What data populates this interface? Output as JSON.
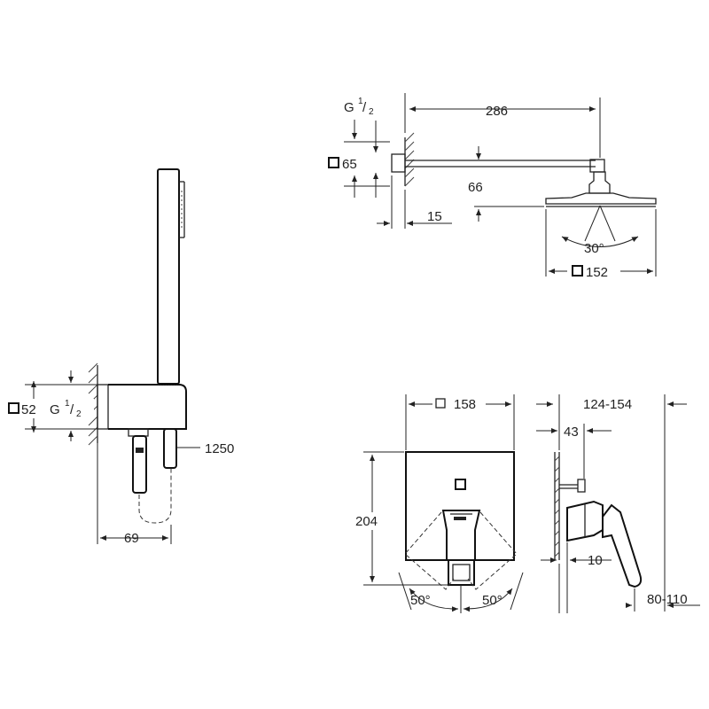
{
  "head_shower": {
    "connection": "G",
    "connection_num": "1",
    "connection_den": "2",
    "arm_length": "286",
    "flange": "65",
    "drop": "66",
    "wall_offset": "15",
    "angle": "30°",
    "head_size": "152"
  },
  "hand_shower": {
    "flange": "52",
    "connection": "G",
    "connection_num": "1",
    "connection_den": "2",
    "hose_length": "1250",
    "projection": "69"
  },
  "mixer": {
    "width": "158",
    "height": "204",
    "angle_left": "50°",
    "angle_right": "50°",
    "depth_range": "124-154",
    "wall_depth": "43",
    "lever_offset": "10",
    "install_range": "80-110"
  }
}
